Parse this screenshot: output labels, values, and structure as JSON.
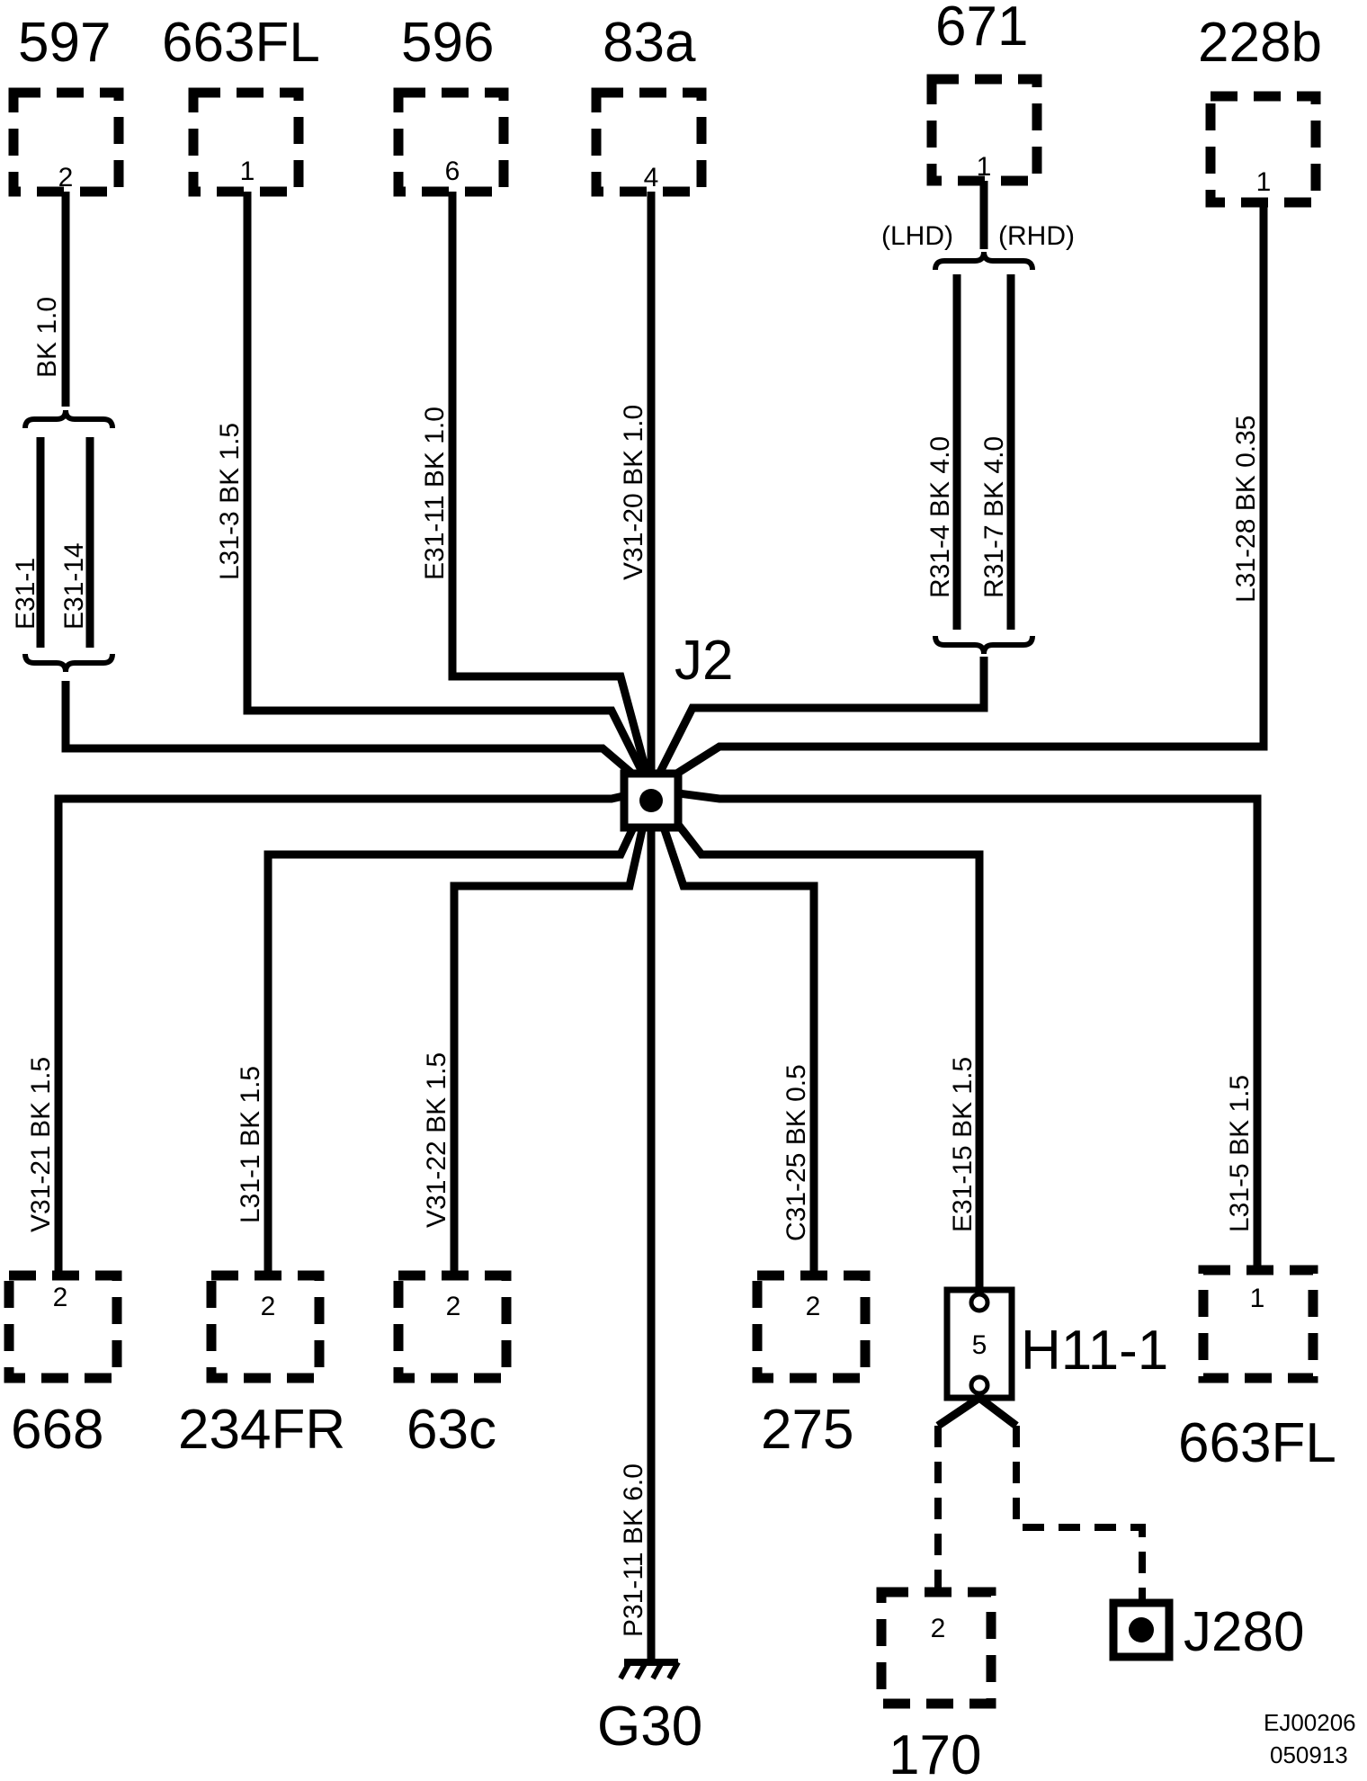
{
  "top_connectors": [
    {
      "name": "597",
      "pin": "2"
    },
    {
      "name": "663FL",
      "pin": "1"
    },
    {
      "name": "596",
      "pin": "6"
    },
    {
      "name": "83a",
      "pin": "4"
    },
    {
      "name": "671",
      "pin": "1"
    },
    {
      "name": "228b",
      "pin": "1"
    }
  ],
  "bottom_connectors": [
    {
      "name": "668",
      "pin": "2"
    },
    {
      "name": "234FR",
      "pin": "2"
    },
    {
      "name": "63c",
      "pin": "2"
    },
    {
      "name": "275",
      "pin": "2"
    },
    {
      "name": "663FL",
      "pin": "1"
    },
    {
      "name": "170",
      "pin": "2"
    }
  ],
  "wires": {
    "w597_top": "BK  1.0",
    "w597_a": "E31-1",
    "w597_b": "E31-14",
    "w663": "L31-3  BK  1.5",
    "w596": "E31-11  BK  1.0",
    "w83a": "V31-20  BK  1.0",
    "w671_a": "R31-4  BK  4.0",
    "w671_b": "R31-7  BK  4.0",
    "w228b": "L31-28  BK  0.35",
    "w668": "V31-21  BK  1.5",
    "w234": "L31-1  BK  1.5",
    "w63c": "V31-22  BK  1.5",
    "wG30": "P31-11  BK  6.0",
    "w275": "C31-25  BK  0.5",
    "wH11": "E31-15  BK  1.5",
    "w663b": "L31-5  BK  1.5"
  },
  "variants": {
    "lhd": "(LHD)",
    "rhd": "(RHD)"
  },
  "splice": {
    "label": "J2"
  },
  "inline": {
    "label": "H11-1",
    "pin": "5"
  },
  "ground": {
    "label": "G30"
  },
  "splice2": {
    "label": "J280"
  },
  "reference": {
    "line1": "EJ00206",
    "line2": "050913"
  }
}
